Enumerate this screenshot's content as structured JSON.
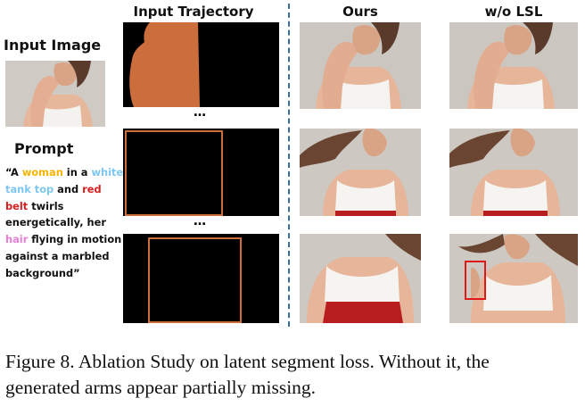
{
  "headers": {
    "input_trajectory": "Input Trajectory",
    "ours": "Ours",
    "wo_lsl": "w/o LSL"
  },
  "left": {
    "input_image_label": "Input Image",
    "prompt_label": "Prompt",
    "prompt_lines": [
      [
        {
          "t": "“A ",
          "c": "#111111"
        },
        {
          "t": "woman",
          "c": "#f5b400"
        },
        {
          "t": " in a ",
          "c": "#111111"
        },
        {
          "t": "white",
          "c": "#7ec8f0"
        }
      ],
      [
        {
          "t": "tank top",
          "c": "#7ec8f0"
        },
        {
          "t": " and ",
          "c": "#111111"
        },
        {
          "t": "red",
          "c": "#d62020"
        }
      ],
      [
        {
          "t": "belt",
          "c": "#d62020"
        },
        {
          "t": " twirls",
          "c": "#111111"
        }
      ],
      [
        {
          "t": "energetically, her",
          "c": "#111111"
        }
      ],
      [
        {
          "t": "hair",
          "c": "#e87fd6"
        },
        {
          "t": " flying in motion",
          "c": "#111111"
        }
      ],
      [
        {
          "t": "against a marbled",
          "c": "#111111"
        }
      ],
      [
        {
          "t": "background”",
          "c": "#111111"
        }
      ]
    ]
  },
  "ellipsis": "…",
  "colors": {
    "trajectory_shape": "#cc6e3c",
    "trajectory_box": "#cc6e3c",
    "divider": "#3b6f9a",
    "highlight_box": "#e01818"
  },
  "caption": {
    "line1": "Figure 8.  Ablation Study on latent segment loss.  Without it, the",
    "line2": "generated arms appear partially missing."
  }
}
